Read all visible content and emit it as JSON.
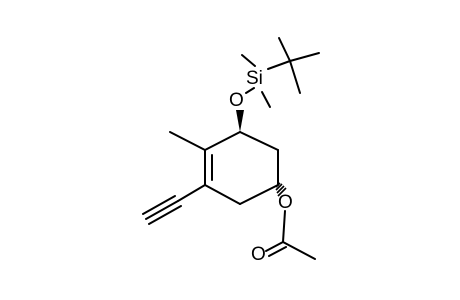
{
  "structure": {
    "atoms": {
      "oxygen_silyl_ether": "O",
      "silicon": "Si",
      "oxygen_ester": "O",
      "oxygen_carbonyl": "O"
    }
  }
}
